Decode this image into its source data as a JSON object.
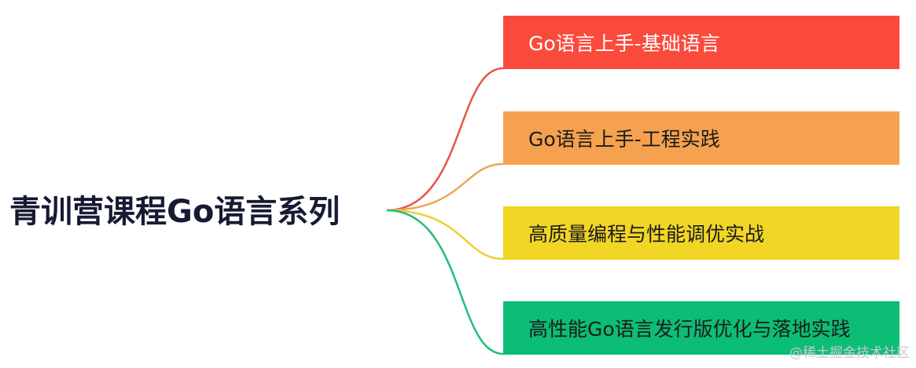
{
  "root": {
    "title": "青训营课程Go语言系列"
  },
  "branches": [
    {
      "label": "Go语言上手-基础语言",
      "bg": "#fa4a3c",
      "color": "#ffffff"
    },
    {
      "label": "Go语言上手-工程实践",
      "bg": "#f5a14f",
      "color": "#1b1b1b"
    },
    {
      "label": "高质量编程与性能调优实战",
      "bg": "#f1d626",
      "color": "#1b1b1b"
    },
    {
      "label": "高性能Go语言发行版优化与落地实践",
      "bg": "#0bbd75",
      "color": "#1b1b1b"
    }
  ],
  "connector_colors": [
    "#e5554a",
    "#eea55a",
    "#ecd034",
    "#21bf78"
  ],
  "watermark": "@稀土掘金技术社区"
}
